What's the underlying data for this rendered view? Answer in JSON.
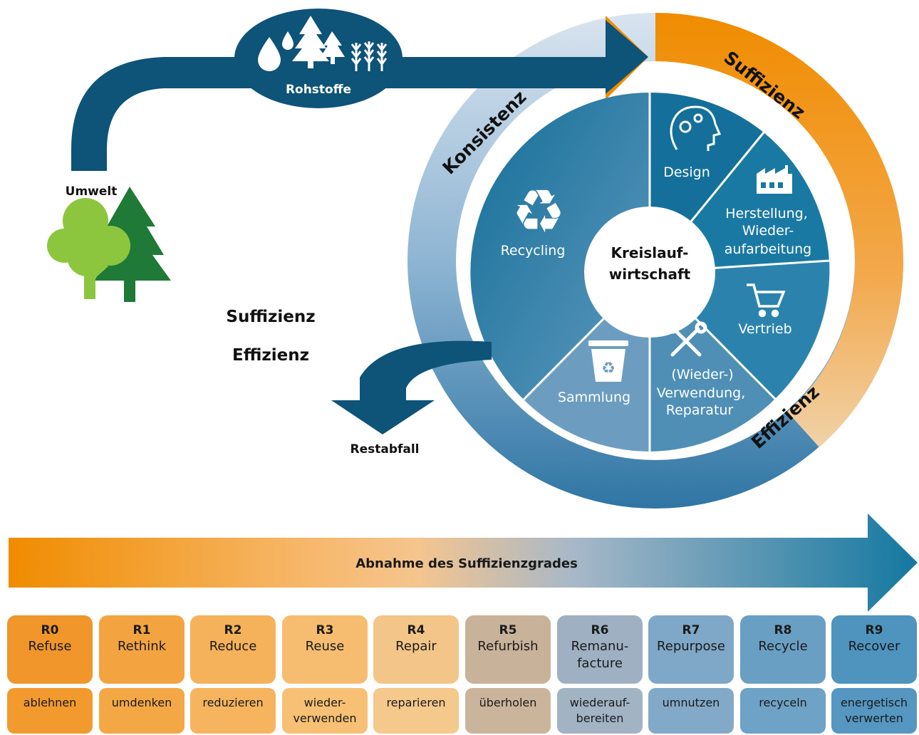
{
  "top": {
    "environment_label": "Umwelt",
    "raw_materials_label": "Rohstoffe",
    "residual_waste_label": "Restabfall",
    "left_strategy_1": "Suffizienz",
    "left_strategy_2": "Effizienz"
  },
  "ring": {
    "label_suffizienz": "Suffizienz",
    "label_konsistenz": "Konsistenz",
    "label_effizienz": "Effizienz"
  },
  "center": {
    "line1": "Kreislauf-",
    "line2": "wirtschaft"
  },
  "segments": {
    "design": "Design",
    "herstellung_1": "Herstellung,",
    "herstellung_2": "Wieder-",
    "herstellung_3": "aufarbeitung",
    "vertrieb": "Vertrieb",
    "wiederverwendung_1": "(Wieder-)",
    "wiederverwendung_2": "Verwendung,",
    "wiederverwendung_3": "Reparatur",
    "sammlung": "Sammlung",
    "recycling": "Recycling"
  },
  "gradient_arrow": {
    "label": "Abnahme des Suffizienzgrades"
  },
  "r_strategies": [
    {
      "code": "R0",
      "name": "Refuse",
      "verb": "ablehnen",
      "color": "#f0962a",
      "verb_color": "#f29a2e"
    },
    {
      "code": "R1",
      "name": "Rethink",
      "verb": "umdenken",
      "color": "#f3a441",
      "verb_color": "#f4a845"
    },
    {
      "code": "R2",
      "name": "Reduce",
      "verb": "reduzieren",
      "color": "#f5b25a",
      "verb_color": "#f6b45e"
    },
    {
      "code": "R3",
      "name": "Reuse",
      "verb": "wieder-\nverwenden",
      "color": "#f6bd70",
      "verb_color": "#f7c074"
    },
    {
      "code": "R4",
      "name": "Repair",
      "verb": "reparieren",
      "color": "#f3c588",
      "verb_color": "#f5c88c"
    },
    {
      "code": "R5",
      "name": "Refurbish",
      "verb": "überholen",
      "color": "#c9b29a",
      "verb_color": "#cbb49c"
    },
    {
      "code": "R6",
      "name": "Remanu-\nfacture",
      "verb": "wiederauf-\nbereiten",
      "color": "#9fb0c2",
      "verb_color": "#a2b3c4"
    },
    {
      "code": "R7",
      "name": "Repurpose",
      "verb": "umnutzen",
      "color": "#7fa7c7",
      "verb_color": "#82a9c8"
    },
    {
      "code": "R8",
      "name": "Recycle",
      "verb": "recyceln",
      "color": "#6a9fc4",
      "verb_color": "#6ea2c6"
    },
    {
      "code": "R9",
      "name": "Recover",
      "verb": "energetisch\nverwerten",
      "color": "#4f93bf",
      "verb_color": "#5597c1"
    }
  ],
  "colors": {
    "dark_blue": "#0e5378",
    "petrol": "#1478a0",
    "orange": "#f08c00",
    "tree_light": "#8cc63f",
    "tree_dark": "#1e7a36"
  }
}
